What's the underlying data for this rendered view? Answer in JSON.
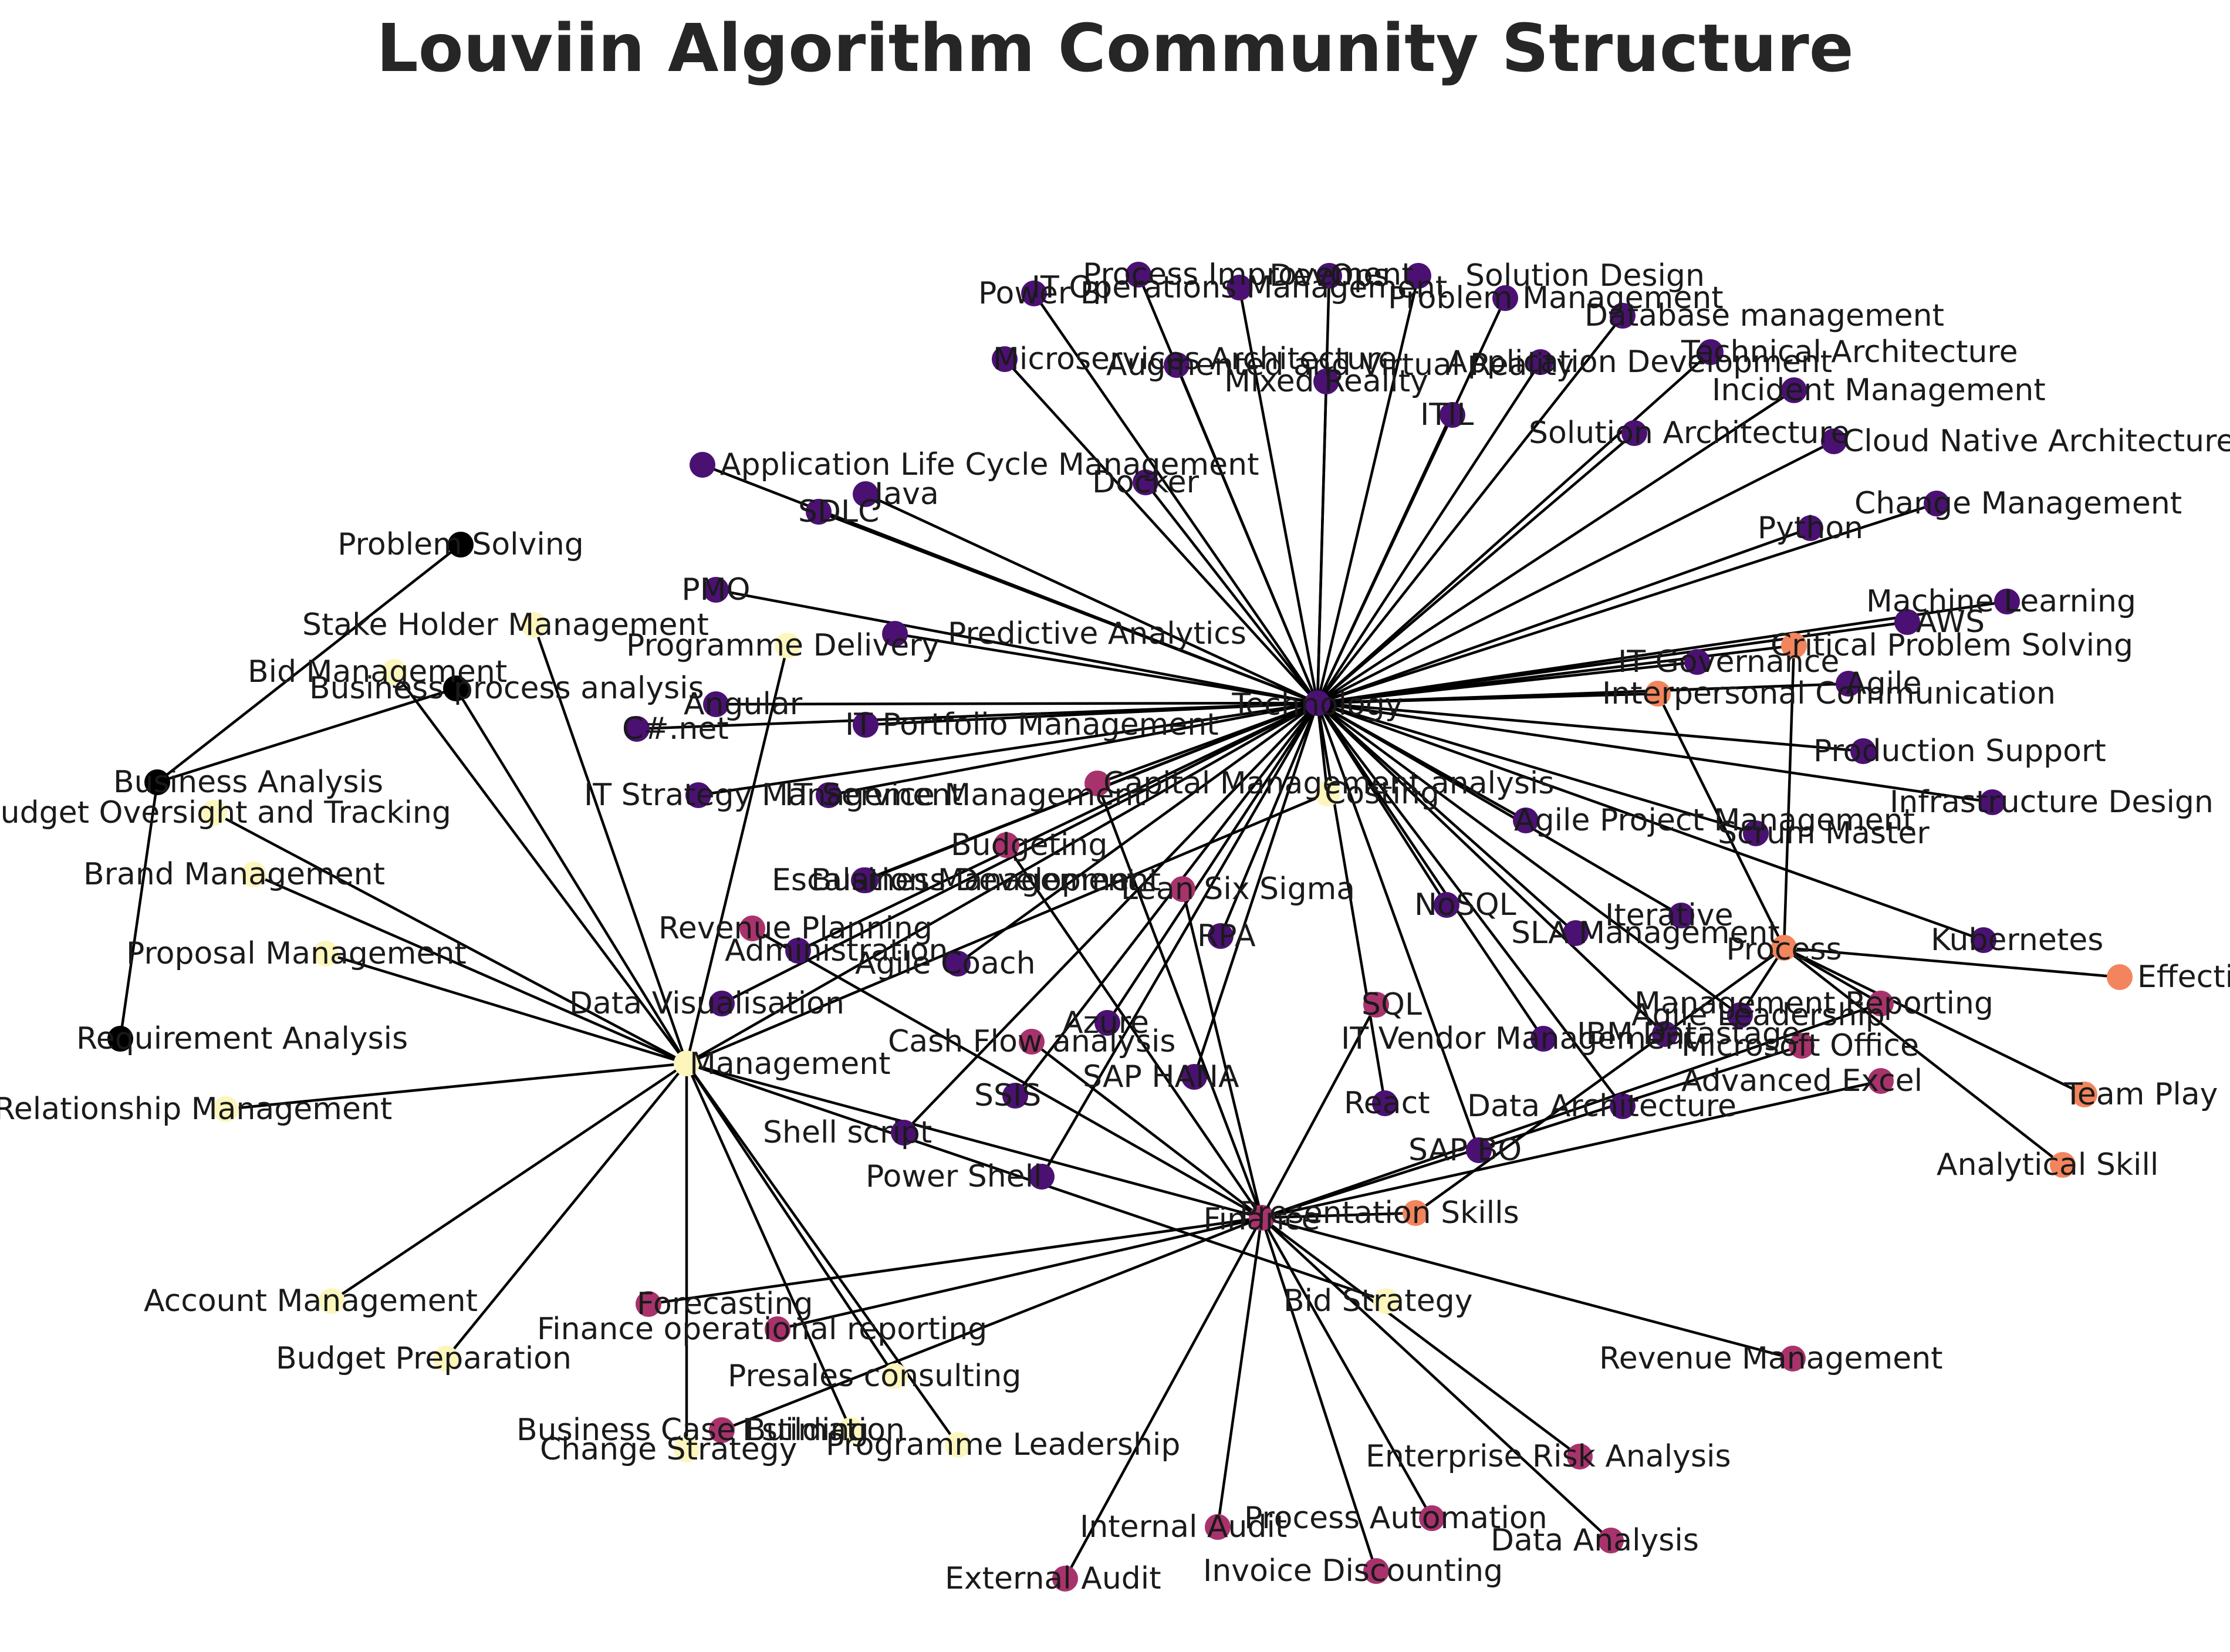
{
  "title": "Louviin Algorithm Community Structure",
  "colors": {
    "black": "#000000",
    "dark_purple": "#4a1172",
    "magenta": "#a8336c",
    "orange": "#f2855d",
    "pale_yellow": "#fcf6bd"
  },
  "nodes": [
    {
      "id": "technology",
      "label": "Technology",
      "community": "dark_purple"
    },
    {
      "id": "management",
      "label": "Management",
      "community": "pale_yellow"
    },
    {
      "id": "finance",
      "label": "Finance",
      "community": "magenta"
    },
    {
      "id": "process",
      "label": "Process",
      "community": "orange"
    },
    {
      "id": "business-analysis",
      "label": "Business Analysis",
      "community": "black"
    },
    {
      "id": "problem-solving",
      "label": "Problem Solving",
      "community": "black"
    },
    {
      "id": "business-process-analysis",
      "label": "Business process analysis",
      "community": "black"
    },
    {
      "id": "requirement-analysis",
      "label": "Requirement Analysis",
      "community": "black"
    },
    {
      "id": "process-improvement",
      "label": "Process Improvement",
      "community": "dark_purple"
    },
    {
      "id": "power-bi",
      "label": "Power BI",
      "community": "dark_purple"
    },
    {
      "id": "it-operations-management",
      "label": "IT Operations Management",
      "community": "dark_purple"
    },
    {
      "id": "devops",
      "label": "DevOps",
      "community": "dark_purple"
    },
    {
      "id": "solution-design",
      "label": "Solution Design",
      "community": "dark_purple"
    },
    {
      "id": "problem-management",
      "label": "Problem Management",
      "community": "dark_purple"
    },
    {
      "id": "database-management",
      "label": "Database management",
      "community": "dark_purple"
    },
    {
      "id": "microservices-architecture",
      "label": "Microservices Architecture",
      "community": "dark_purple"
    },
    {
      "id": "augmented-virtual-reality",
      "label": "Augmented and Virtual Reality",
      "community": "dark_purple"
    },
    {
      "id": "mixed-reality",
      "label": "Mixed Reality",
      "community": "dark_purple"
    },
    {
      "id": "application-development",
      "label": "Application Development",
      "community": "dark_purple"
    },
    {
      "id": "technical-architecture",
      "label": "Technical Architecture",
      "community": "dark_purple"
    },
    {
      "id": "incident-management",
      "label": "Incident Management",
      "community": "dark_purple"
    },
    {
      "id": "itil",
      "label": "ITIL",
      "community": "dark_purple"
    },
    {
      "id": "solution-architecture",
      "label": "Solution Architecture",
      "community": "dark_purple"
    },
    {
      "id": "cloud-native-architecture",
      "label": "Cloud Native Architecture",
      "community": "dark_purple"
    },
    {
      "id": "application-life-cycle-management",
      "label": "Application Life Cycle Management",
      "community": "dark_purple"
    },
    {
      "id": "java",
      "label": "Java",
      "community": "dark_purple"
    },
    {
      "id": "docker",
      "label": "Docker",
      "community": "dark_purple"
    },
    {
      "id": "sdlc",
      "label": "SDLC",
      "community": "dark_purple"
    },
    {
      "id": "change-management",
      "label": "Change Management",
      "community": "dark_purple"
    },
    {
      "id": "python",
      "label": "Python",
      "community": "dark_purple"
    },
    {
      "id": "pmo",
      "label": "PMO",
      "community": "dark_purple"
    },
    {
      "id": "machine-learning",
      "label": "Machine Learning",
      "community": "dark_purple"
    },
    {
      "id": "aws",
      "label": "AWS",
      "community": "dark_purple"
    },
    {
      "id": "predictive-analytics",
      "label": "Predictive Analytics",
      "community": "dark_purple"
    },
    {
      "id": "critical-problem-solving",
      "label": "Critical Problem Solving",
      "community": "orange"
    },
    {
      "id": "it-governance",
      "label": "IT Governance",
      "community": "dark_purple"
    },
    {
      "id": "agile",
      "label": "Agile",
      "community": "dark_purple"
    },
    {
      "id": "interpersonal-communication",
      "label": "Interpersonal Communication",
      "community": "orange"
    },
    {
      "id": "angular",
      "label": "Angular",
      "community": "dark_purple"
    },
    {
      "id": "csharp",
      "label": "C#.net",
      "community": "dark_purple"
    },
    {
      "id": "it-portfolio-management",
      "label": "IT Portfolio Management",
      "community": "dark_purple"
    },
    {
      "id": "production-support",
      "label": "Production Support",
      "community": "dark_purple"
    },
    {
      "id": "infrastructure-design",
      "label": "Infrastructure Design",
      "community": "dark_purple"
    },
    {
      "id": "it-strategy-management",
      "label": "IT Strategy Management",
      "community": "dark_purple"
    },
    {
      "id": "it-service-management",
      "label": "IT Service Management",
      "community": "dark_purple"
    },
    {
      "id": "capital-management-analysis",
      "label": "Capital Management analysis",
      "community": "magenta"
    },
    {
      "id": "costing",
      "label": "Costing",
      "community": "pale_yellow"
    },
    {
      "id": "agile-project-management",
      "label": "Agile Project Management",
      "community": "dark_purple"
    },
    {
      "id": "scrum-master",
      "label": "Scrum Master",
      "community": "dark_purple"
    },
    {
      "id": "escalation-management",
      "label": "Escalation Management",
      "community": "dark_purple"
    },
    {
      "id": "budgeting",
      "label": "Budgeting",
      "community": "magenta"
    },
    {
      "id": "business-development",
      "label": "Business Development",
      "community": "dark_purple"
    },
    {
      "id": "lean-six-sigma",
      "label": "Lean Six Sigma",
      "community": "magenta"
    },
    {
      "id": "revenue-planning",
      "label": "Revenue Planning",
      "community": "magenta"
    },
    {
      "id": "nosql",
      "label": "NoSQL",
      "community": "dark_purple"
    },
    {
      "id": "iterative",
      "label": "Iterative",
      "community": "dark_purple"
    },
    {
      "id": "administration",
      "label": "Administration",
      "community": "dark_purple"
    },
    {
      "id": "rpa",
      "label": "RPA",
      "community": "dark_purple"
    },
    {
      "id": "sla-management",
      "label": "SLA Management",
      "community": "dark_purple"
    },
    {
      "id": "kubernetes",
      "label": "Kubernetes",
      "community": "dark_purple"
    },
    {
      "id": "agile-coach",
      "label": "Agile Coach",
      "community": "dark_purple"
    },
    {
      "id": "effective-communication",
      "label": "Effective Communication",
      "community": "orange"
    },
    {
      "id": "data-visualisation",
      "label": "Data Visualisation",
      "community": "dark_purple"
    },
    {
      "id": "sql",
      "label": "SQL",
      "community": "magenta"
    },
    {
      "id": "management-reporting",
      "label": "Management Reporting",
      "community": "magenta"
    },
    {
      "id": "agile-leadership",
      "label": "Agile Leadership",
      "community": "dark_purple"
    },
    {
      "id": "cash-flow-analysis",
      "label": "Cash Flow analysis",
      "community": "magenta"
    },
    {
      "id": "azure",
      "label": "Azure",
      "community": "dark_purple"
    },
    {
      "id": "it-vendor-management",
      "label": "IT Vendor Management",
      "community": "dark_purple"
    },
    {
      "id": "ibm-datastage",
      "label": "IBM Datastage",
      "community": "dark_purple"
    },
    {
      "id": "microsoft-office",
      "label": "Microsoft Office",
      "community": "magenta"
    },
    {
      "id": "sap-hana",
      "label": "SAP HANA",
      "community": "dark_purple"
    },
    {
      "id": "ssis",
      "label": "SSIS",
      "community": "dark_purple"
    },
    {
      "id": "react",
      "label": "React",
      "community": "dark_purple"
    },
    {
      "id": "data-architecture",
      "label": "Data Architecture",
      "community": "dark_purple"
    },
    {
      "id": "advanced-excel",
      "label": "Advanced Excel",
      "community": "magenta"
    },
    {
      "id": "team-play",
      "label": "Team Play",
      "community": "orange"
    },
    {
      "id": "shell-script",
      "label": "Shell script",
      "community": "dark_purple"
    },
    {
      "id": "sap-bo",
      "label": "SAP BO",
      "community": "dark_purple"
    },
    {
      "id": "analytical-skill",
      "label": "Analytical Skill",
      "community": "orange"
    },
    {
      "id": "power-shell",
      "label": "Power Shell",
      "community": "dark_purple"
    },
    {
      "id": "presentation-skills",
      "label": "Presentation Skills",
      "community": "orange"
    },
    {
      "id": "stake-holder-management",
      "label": "Stake Holder Management",
      "community": "pale_yellow"
    },
    {
      "id": "programme-delivery",
      "label": "Programme Delivery",
      "community": "pale_yellow"
    },
    {
      "id": "bid-management",
      "label": "Bid Management",
      "community": "pale_yellow"
    },
    {
      "id": "budget-oversight",
      "label": "Budget Oversight and Tracking",
      "community": "pale_yellow"
    },
    {
      "id": "brand-management",
      "label": "Brand Management",
      "community": "pale_yellow"
    },
    {
      "id": "proposal-management",
      "label": "Proposal Management",
      "community": "pale_yellow"
    },
    {
      "id": "relationship-management",
      "label": "Relationship Management",
      "community": "pale_yellow"
    },
    {
      "id": "account-management",
      "label": "Account Management",
      "community": "pale_yellow"
    },
    {
      "id": "forecasting",
      "label": "Forecasting",
      "community": "magenta"
    },
    {
      "id": "bid-strategy",
      "label": "Bid Strategy",
      "community": "pale_yellow"
    },
    {
      "id": "finance-operational-reporting",
      "label": "Finance operational reporting",
      "community": "magenta"
    },
    {
      "id": "budget-preparation",
      "label": "Budget Preparation",
      "community": "pale_yellow"
    },
    {
      "id": "revenue-management",
      "label": "Revenue Management",
      "community": "magenta"
    },
    {
      "id": "presales-consulting",
      "label": "Presales consulting",
      "community": "pale_yellow"
    },
    {
      "id": "business-case-building",
      "label": "Business Case Building",
      "community": "magenta"
    },
    {
      "id": "estimation",
      "label": "Estimation",
      "community": "pale_yellow"
    },
    {
      "id": "change-strategy",
      "label": "Change Strategy",
      "community": "pale_yellow"
    },
    {
      "id": "programme-leadership",
      "label": "Programme Leadership",
      "community": "pale_yellow"
    },
    {
      "id": "enterprise-risk-analysis",
      "label": "Enterprise Risk Analysis",
      "community": "magenta"
    },
    {
      "id": "process-automation",
      "label": "Process Automation",
      "community": "magenta"
    },
    {
      "id": "internal-audit",
      "label": "Internal Audit",
      "community": "magenta"
    },
    {
      "id": "data-analysis",
      "label": "Data Analysis",
      "community": "magenta"
    },
    {
      "id": "invoice-discounting",
      "label": "Invoice Discounting",
      "community": "magenta"
    },
    {
      "id": "external-audit",
      "label": "External Audit",
      "community": "magenta"
    }
  ],
  "edges": [
    [
      "technology",
      "process-improvement"
    ],
    [
      "technology",
      "power-bi"
    ],
    [
      "technology",
      "it-operations-management"
    ],
    [
      "technology",
      "devops"
    ],
    [
      "technology",
      "solution-design"
    ],
    [
      "technology",
      "problem-management"
    ],
    [
      "technology",
      "database-management"
    ],
    [
      "technology",
      "microservices-architecture"
    ],
    [
      "technology",
      "augmented-virtual-reality"
    ],
    [
      "technology",
      "mixed-reality"
    ],
    [
      "technology",
      "application-development"
    ],
    [
      "technology",
      "technical-architecture"
    ],
    [
      "technology",
      "incident-management"
    ],
    [
      "technology",
      "itil"
    ],
    [
      "technology",
      "solution-architecture"
    ],
    [
      "technology",
      "cloud-native-architecture"
    ],
    [
      "technology",
      "application-life-cycle-management"
    ],
    [
      "technology",
      "java"
    ],
    [
      "technology",
      "docker"
    ],
    [
      "technology",
      "sdlc"
    ],
    [
      "technology",
      "change-management"
    ],
    [
      "technology",
      "python"
    ],
    [
      "technology",
      "pmo"
    ],
    [
      "technology",
      "machine-learning"
    ],
    [
      "technology",
      "aws"
    ],
    [
      "technology",
      "predictive-analytics"
    ],
    [
      "technology",
      "it-governance"
    ],
    [
      "technology",
      "agile"
    ],
    [
      "technology",
      "interpersonal-communication"
    ],
    [
      "technology",
      "angular"
    ],
    [
      "technology",
      "csharp"
    ],
    [
      "technology",
      "it-portfolio-management"
    ],
    [
      "technology",
      "production-support"
    ],
    [
      "technology",
      "infrastructure-design"
    ],
    [
      "technology",
      "it-strategy-management"
    ],
    [
      "technology",
      "it-service-management"
    ],
    [
      "technology",
      "capital-management-analysis"
    ],
    [
      "technology",
      "agile-project-management"
    ],
    [
      "technology",
      "scrum-master"
    ],
    [
      "technology",
      "escalation-management"
    ],
    [
      "technology",
      "business-development"
    ],
    [
      "technology",
      "nosql"
    ],
    [
      "technology",
      "iterative"
    ],
    [
      "technology",
      "administration"
    ],
    [
      "technology",
      "rpa"
    ],
    [
      "technology",
      "sla-management"
    ],
    [
      "technology",
      "kubernetes"
    ],
    [
      "technology",
      "agile-coach"
    ],
    [
      "technology",
      "data-visualisation"
    ],
    [
      "technology",
      "agile-leadership"
    ],
    [
      "technology",
      "azure"
    ],
    [
      "technology",
      "it-vendor-management"
    ],
    [
      "technology",
      "ibm-datastage"
    ],
    [
      "technology",
      "sap-hana"
    ],
    [
      "technology",
      "ssis"
    ],
    [
      "technology",
      "react"
    ],
    [
      "technology",
      "data-architecture"
    ],
    [
      "technology",
      "shell-script"
    ],
    [
      "technology",
      "sap-bo"
    ],
    [
      "technology",
      "power-shell"
    ],
    [
      "technology",
      "management"
    ],
    [
      "technology",
      "costing"
    ],
    [
      "technology",
      "critical-problem-solving"
    ],
    [
      "management",
      "stake-holder-management"
    ],
    [
      "management",
      "programme-delivery"
    ],
    [
      "management",
      "bid-management"
    ],
    [
      "management",
      "budget-oversight"
    ],
    [
      "management",
      "brand-management"
    ],
    [
      "management",
      "proposal-management"
    ],
    [
      "management",
      "relationship-management"
    ],
    [
      "management",
      "account-management"
    ],
    [
      "management",
      "budget-preparation"
    ],
    [
      "management",
      "presales-consulting"
    ],
    [
      "management",
      "estimation"
    ],
    [
      "management",
      "change-strategy"
    ],
    [
      "management",
      "programme-leadership"
    ],
    [
      "management",
      "finance"
    ],
    [
      "management",
      "costing"
    ],
    [
      "management",
      "bid-strategy"
    ],
    [
      "finance",
      "capital-management-analysis"
    ],
    [
      "finance",
      "budgeting"
    ],
    [
      "finance",
      "lean-six-sigma"
    ],
    [
      "finance",
      "revenue-planning"
    ],
    [
      "finance",
      "cash-flow-analysis"
    ],
    [
      "finance",
      "sql"
    ],
    [
      "finance",
      "management-reporting"
    ],
    [
      "finance",
      "microsoft-office"
    ],
    [
      "finance",
      "advanced-excel"
    ],
    [
      "finance",
      "forecasting"
    ],
    [
      "finance",
      "finance-operational-reporting"
    ],
    [
      "finance",
      "revenue-management"
    ],
    [
      "finance",
      "business-case-building"
    ],
    [
      "finance",
      "enterprise-risk-analysis"
    ],
    [
      "finance",
      "process-automation"
    ],
    [
      "finance",
      "internal-audit"
    ],
    [
      "finance",
      "data-analysis"
    ],
    [
      "finance",
      "invoice-discounting"
    ],
    [
      "finance",
      "external-audit"
    ],
    [
      "finance",
      "presentation-skills"
    ],
    [
      "process",
      "critical-problem-solving"
    ],
    [
      "process",
      "interpersonal-communication"
    ],
    [
      "process",
      "effective-communication"
    ],
    [
      "process",
      "team-play"
    ],
    [
      "process",
      "analytical-skill"
    ],
    [
      "process",
      "presentation-skills"
    ],
    [
      "process",
      "management-reporting"
    ],
    [
      "process",
      "agile-leadership"
    ],
    [
      "business-analysis",
      "problem-solving"
    ],
    [
      "business-analysis",
      "business-process-analysis"
    ],
    [
      "business-analysis",
      "requirement-analysis"
    ],
    [
      "business-process-analysis",
      "management"
    ]
  ]
}
